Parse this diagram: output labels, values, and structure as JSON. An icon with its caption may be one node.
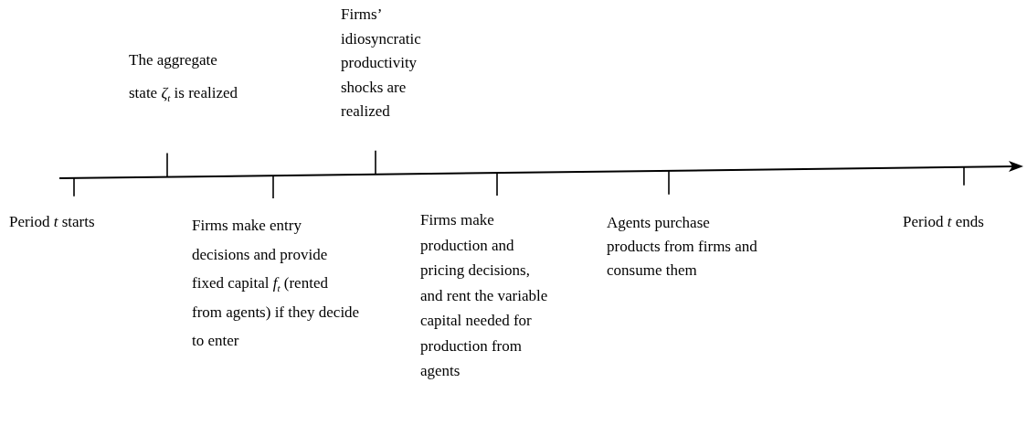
{
  "diagram": {
    "labels": [
      "Period *t* starts",
      "The aggregate state *ζ*$_{t}$ is realized",
      "Firms make entry decisions and provide fixed capital *f*$_{t}$ (rented from agents) if they decide to enter",
      "Firms’ idiosyncratic productivity shocks are realized",
      "Firms make production and pricing decisions, and rent the variable capital needed for production from agents",
      "Agents purchase products from firms and consume them",
      "Period *t* ends"
    ]
  }
}
